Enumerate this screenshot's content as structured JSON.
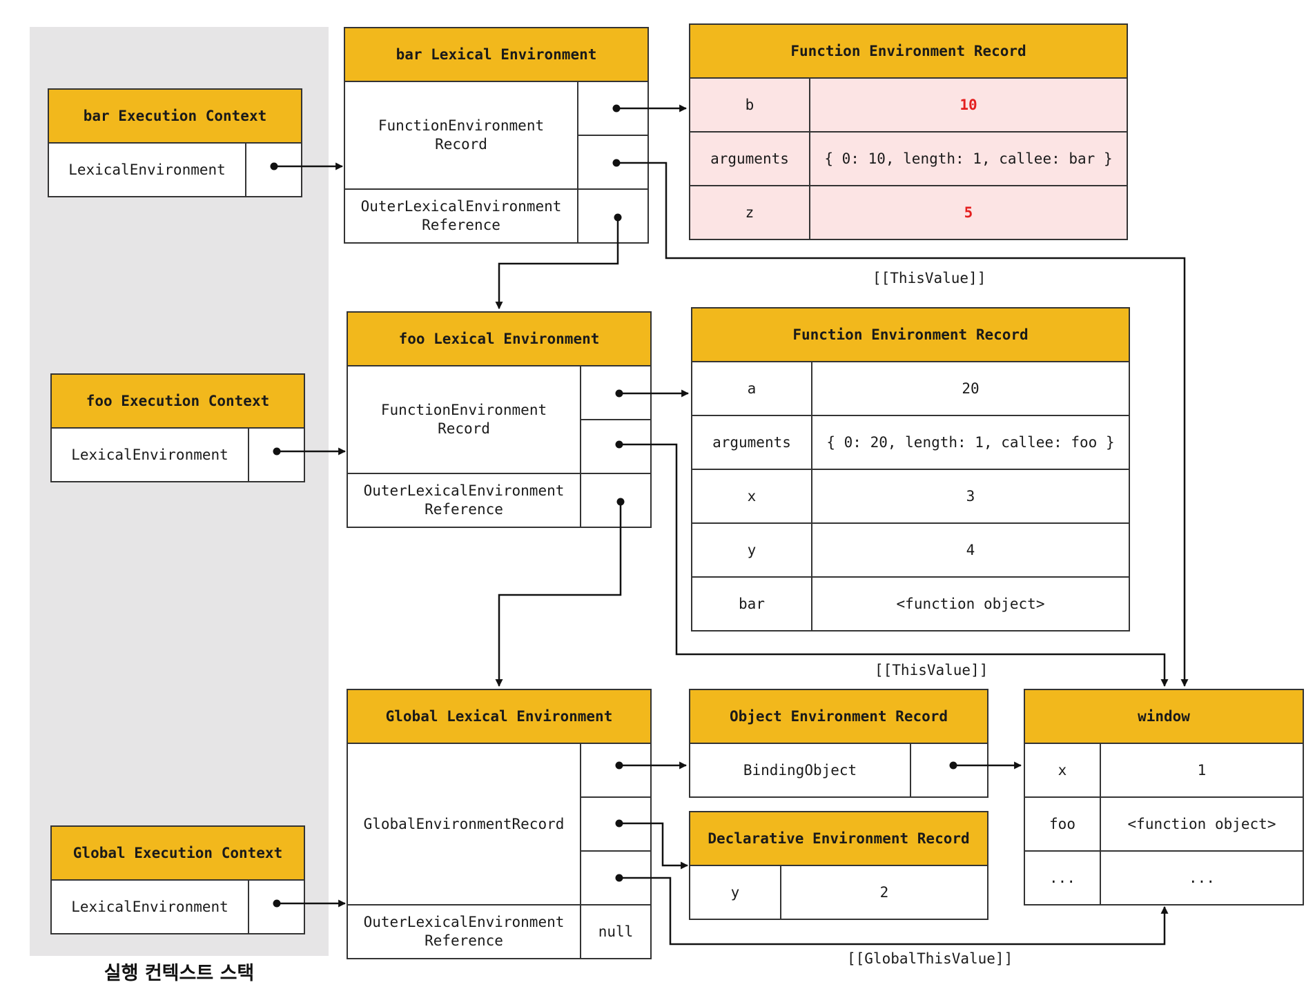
{
  "stack": {
    "label": "실행 컨텍스트 스택",
    "bar": {
      "title": "bar Execution Context",
      "field": "LexicalEnvironment"
    },
    "foo": {
      "title": "foo Execution Context",
      "field": "LexicalEnvironment"
    },
    "global": {
      "title": "Global Execution Context",
      "field": "LexicalEnvironment"
    }
  },
  "bar_env": {
    "title": "bar Lexical Environment",
    "record": "FunctionEnvironment\nRecord",
    "outer": "OuterLexicalEnvironment\nReference"
  },
  "foo_env": {
    "title": "foo Lexical Environment",
    "record": "FunctionEnvironment\nRecord",
    "outer": "OuterLexicalEnvironment\nReference"
  },
  "global_env": {
    "title": "Global Lexical Environment",
    "record": "GlobalEnvironmentRecord",
    "outer": "OuterLexicalEnvironment\nReference",
    "outer_value": "null"
  },
  "bar_record": {
    "title": "Function Environment Record",
    "rows": [
      {
        "key": "b",
        "value": "10"
      },
      {
        "key": "arguments",
        "value": "{ 0: 10, length: 1, callee: bar }"
      },
      {
        "key": "z",
        "value": "5"
      }
    ]
  },
  "foo_record": {
    "title": "Function Environment Record",
    "rows": [
      {
        "key": "a",
        "value": "20"
      },
      {
        "key": "arguments",
        "value": "{ 0: 20, length: 1, callee: foo }"
      },
      {
        "key": "x",
        "value": "3"
      },
      {
        "key": "y",
        "value": "4"
      },
      {
        "key": "bar",
        "value": "<function object>"
      }
    ]
  },
  "object_record": {
    "title": "Object Environment Record",
    "field": "BindingObject"
  },
  "declarative_record": {
    "title": "Declarative Environment Record",
    "rows": [
      {
        "key": "y",
        "value": "2"
      }
    ]
  },
  "window": {
    "title": "window",
    "rows": [
      {
        "key": "x",
        "value": "1"
      },
      {
        "key": "foo",
        "value": "<function object>"
      },
      {
        "key": "...",
        "value": "..."
      }
    ]
  },
  "labels": {
    "bar_this": "[[ThisValue]]",
    "foo_this": "[[ThisValue]]",
    "global_this": "[[GlobalThisValue]]"
  },
  "colors": {
    "header": "#f2b81c",
    "stack_bg": "#e6e5e6",
    "pink": "#fce4e4",
    "highlight_text": "#e41f1f"
  }
}
